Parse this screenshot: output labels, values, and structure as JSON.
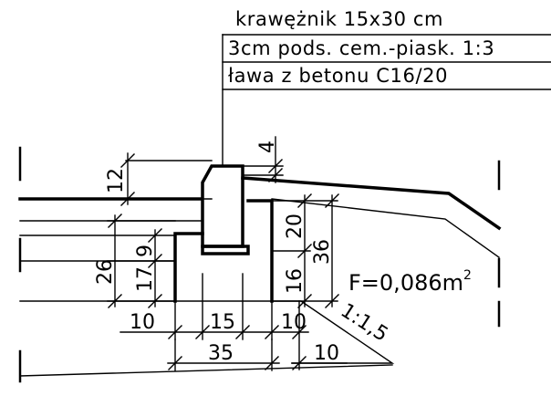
{
  "leader_labels": {
    "kraweznik": "krawężnik 15x30 cm",
    "podsypka": "3cm pods. cem.-piask. 1:3",
    "lawa": "ława z betonu C16/20"
  },
  "dimensions": {
    "d4": "4",
    "d12": "12",
    "d20": "20",
    "d36": "36",
    "d9": "9",
    "d26": "26",
    "d17": "17",
    "d16": "16",
    "d10_left": "10",
    "d15": "15",
    "d10_right": "10",
    "d35": "35",
    "d10_slope": "10"
  },
  "slope": "1:1,5",
  "area": {
    "label": "F=0,086m",
    "exponent": "2"
  }
}
